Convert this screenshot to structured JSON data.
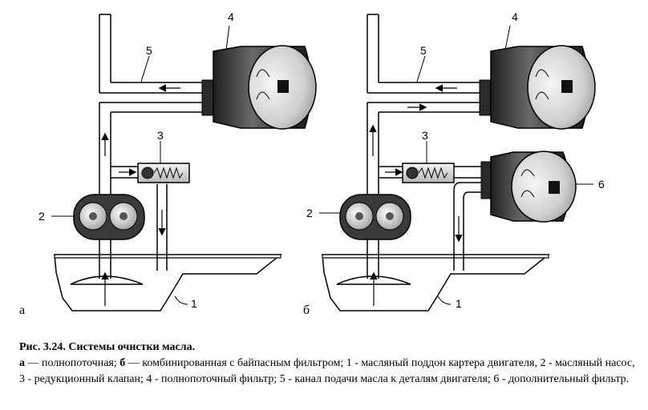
{
  "labels": {
    "a": {
      "filter": "4",
      "channel": "5",
      "valve": "3",
      "pump": "2",
      "pan": "1",
      "panel": "а"
    },
    "b": {
      "filter": "4",
      "channel": "5",
      "valve": "3",
      "pump": "2",
      "pan": "1",
      "extra_filter": "6",
      "panel": "б"
    }
  },
  "caption": {
    "title": "Рис. 3.24. Системы очистки масла.",
    "key_a": "а",
    "text_a": " — полнопоточная; ",
    "key_b": "б",
    "text_b": " — комбинированная с байпасным фильтром; 1 - масляный поддон картера двигателя, 2 - масляный насос, 3 - редукционный клапан; 4 - полнопоточный фильтр; 5 - канал подачи масла к деталям двигателя; 6 - дополнительный фильтр."
  }
}
